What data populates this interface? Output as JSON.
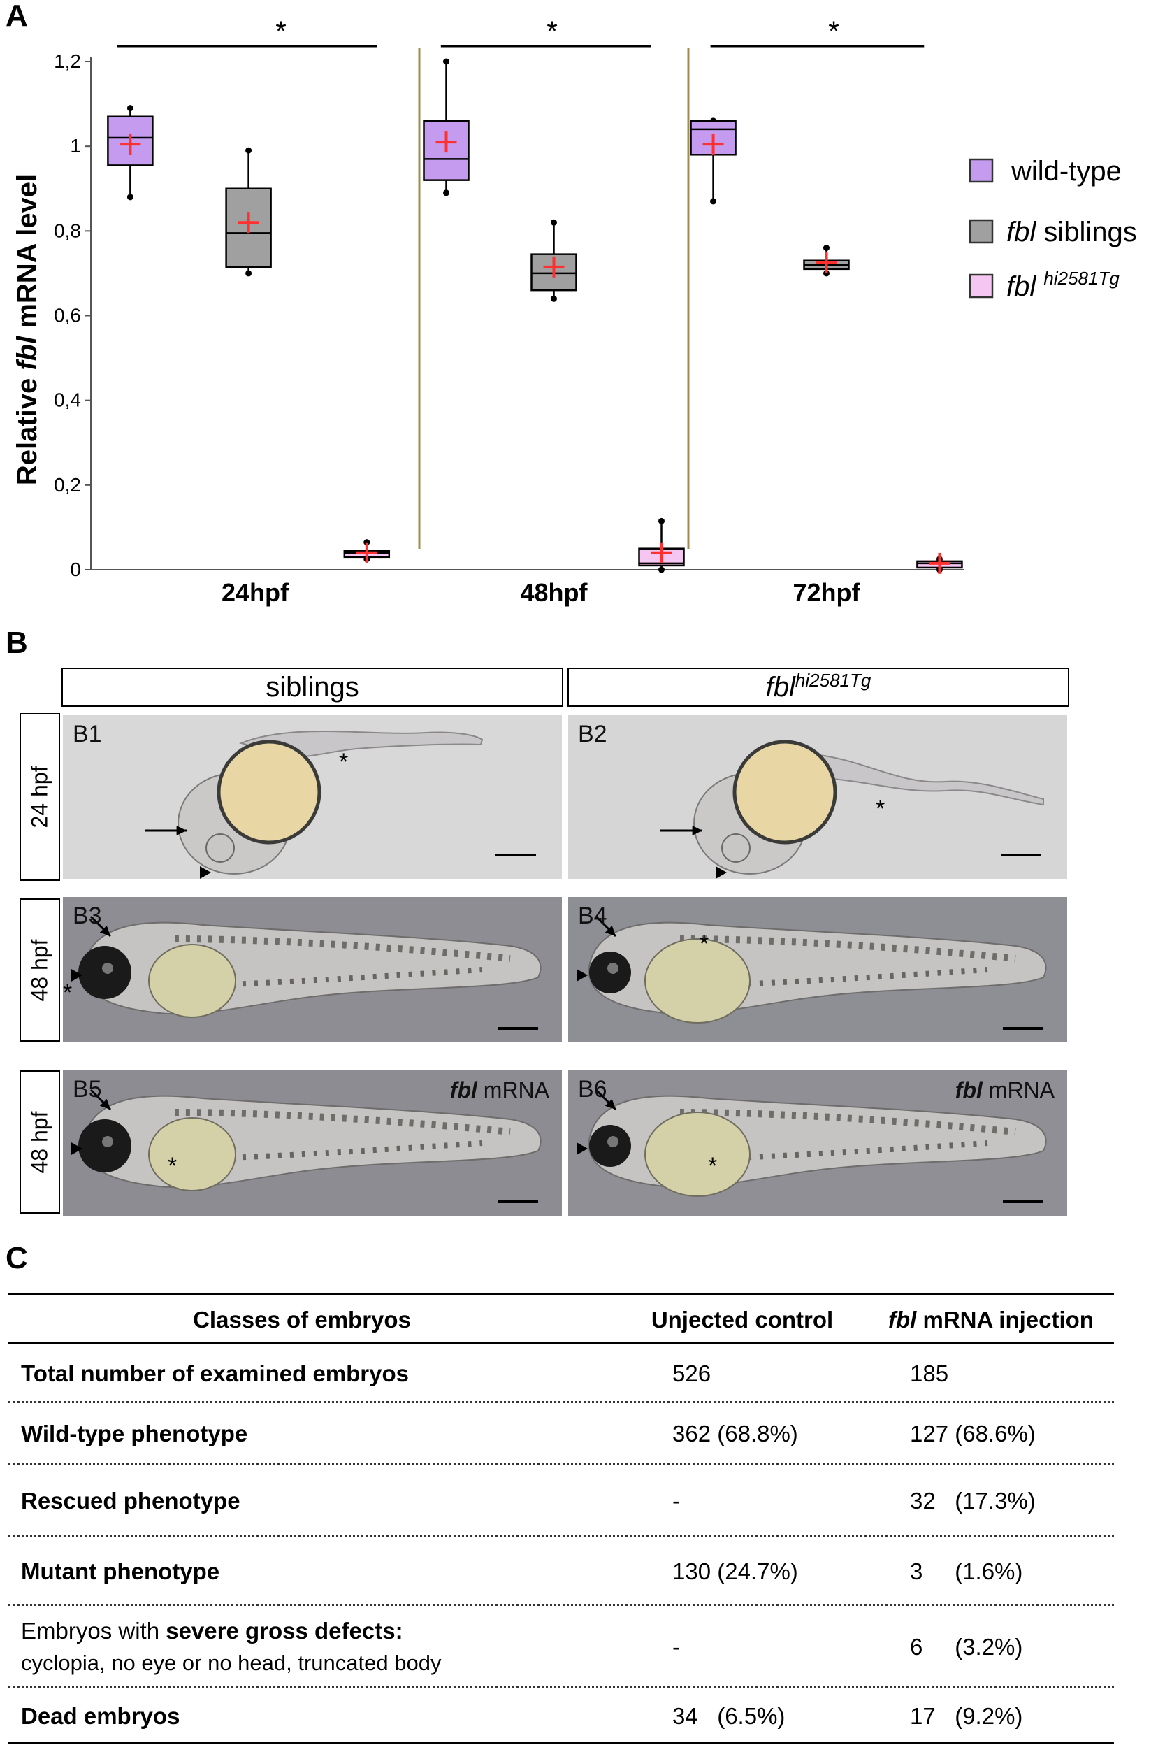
{
  "panel_a": {
    "letter": "A",
    "chart_data": {
      "type": "box",
      "ylabel_prefix": "Relative ",
      "ylabel_gene": "fbl",
      "ylabel_suffix": " mRNA level",
      "ylim": [
        0,
        1.2
      ],
      "yticks": [
        "0",
        "0,2",
        "0,4",
        "0,6",
        "0,8",
        "1",
        "1,2"
      ],
      "ytick_values": [
        0,
        0.2,
        0.4,
        0.6,
        0.8,
        1.0,
        1.2
      ],
      "groups": [
        "24hpf",
        "48hpf",
        "72hpf"
      ],
      "significance_marker": "*",
      "series_colors": {
        "wild-type": "#c49bee",
        "siblings": "#a0a0a0",
        "mutant": "#f6c6f2"
      },
      "mean_marker_color": "#ff3030",
      "series": [
        {
          "name": "wild-type",
          "boxes": [
            {
              "group": "24hpf",
              "min": 0.88,
              "q1": 0.955,
              "median": 1.02,
              "q3": 1.07,
              "max": 1.09,
              "mean": 1.005
            },
            {
              "group": "48hpf",
              "min": 0.89,
              "q1": 0.92,
              "median": 0.97,
              "q3": 1.06,
              "max": 1.2,
              "mean": 1.01
            },
            {
              "group": "72hpf",
              "min": 0.87,
              "q1": 0.98,
              "median": 1.04,
              "q3": 1.06,
              "max": 1.06,
              "mean": 1.005
            }
          ]
        },
        {
          "name": "fbl siblings",
          "boxes": [
            {
              "group": "24hpf",
              "min": 0.7,
              "q1": 0.715,
              "median": 0.795,
              "q3": 0.9,
              "max": 0.99,
              "mean": 0.82
            },
            {
              "group": "48hpf",
              "min": 0.64,
              "q1": 0.66,
              "median": 0.7,
              "q3": 0.745,
              "max": 0.82,
              "mean": 0.715
            },
            {
              "group": "72hpf",
              "min": 0.7,
              "q1": 0.71,
              "median": 0.72,
              "q3": 0.73,
              "max": 0.76,
              "mean": 0.725
            }
          ]
        },
        {
          "name": "fbl hi2581Tg",
          "boxes": [
            {
              "group": "24hpf",
              "min": 0.025,
              "q1": 0.03,
              "median": 0.04,
              "q3": 0.045,
              "max": 0.065,
              "mean": 0.04
            },
            {
              "group": "48hpf",
              "min": 0.0,
              "q1": 0.01,
              "median": 0.015,
              "q3": 0.05,
              "max": 0.115,
              "mean": 0.04
            },
            {
              "group": "72hpf",
              "min": 0.0,
              "q1": 0.005,
              "median": 0.015,
              "q3": 0.02,
              "max": 0.025,
              "mean": 0.015
            }
          ]
        }
      ],
      "legend": [
        {
          "color": "#c49bee",
          "label": "wild-type",
          "italic": "",
          "sup": ""
        },
        {
          "color": "#a0a0a0",
          "italic": "fbl",
          "label": " siblings",
          "sup": ""
        },
        {
          "color": "#f6c6f2",
          "italic": "fbl",
          "label": " ",
          "sup": "hi2581Tg"
        }
      ],
      "legend_position": "right"
    }
  },
  "panel_b": {
    "letter": "B",
    "col_left": "siblings",
    "col_right_gene": "fbl",
    "col_right_sup": "hi2581Tg",
    "rows": [
      {
        "label": "24 hpf",
        "left_id": "B1",
        "right_id": "B2",
        "note": false
      },
      {
        "label": "48 hpf",
        "left_id": "B3",
        "right_id": "B4",
        "note": false
      },
      {
        "label": "48 hpf",
        "left_id": "B5",
        "right_id": "B6",
        "note": true
      }
    ],
    "note_gene": "fbl",
    "note_text": " mRNA",
    "asterisk": "*"
  },
  "panel_c": {
    "letter": "C",
    "headers": [
      "Classes of embryos",
      "Unjected control",
      "fbl",
      " mRNA injection"
    ],
    "rows": [
      {
        "cls": "Total number of examined embryos",
        "ctrl": "526",
        "inj": "185"
      },
      {
        "cls": "Wild-type phenotype",
        "ctrl": "362 (68.8%)",
        "inj": "127 (68.6%)"
      },
      {
        "cls": "Rescued phenotype",
        "ctrl": "-",
        "inj": "32   (17.3%)"
      },
      {
        "cls": "Mutant phenotype",
        "ctrl": "130 (24.7%)",
        "inj": "3     (1.6%)"
      },
      {
        "cls_a": "Embryos with ",
        "cls_b": "severe gross defects:",
        "cls_c": "cyclopia, no eye or no head, truncated body",
        "ctrl": "-",
        "inj": "6     (3.2%)"
      },
      {
        "cls": "Dead embryos",
        "ctrl": "34   (6.5%)",
        "inj": "17   (9.2%)"
      }
    ]
  }
}
